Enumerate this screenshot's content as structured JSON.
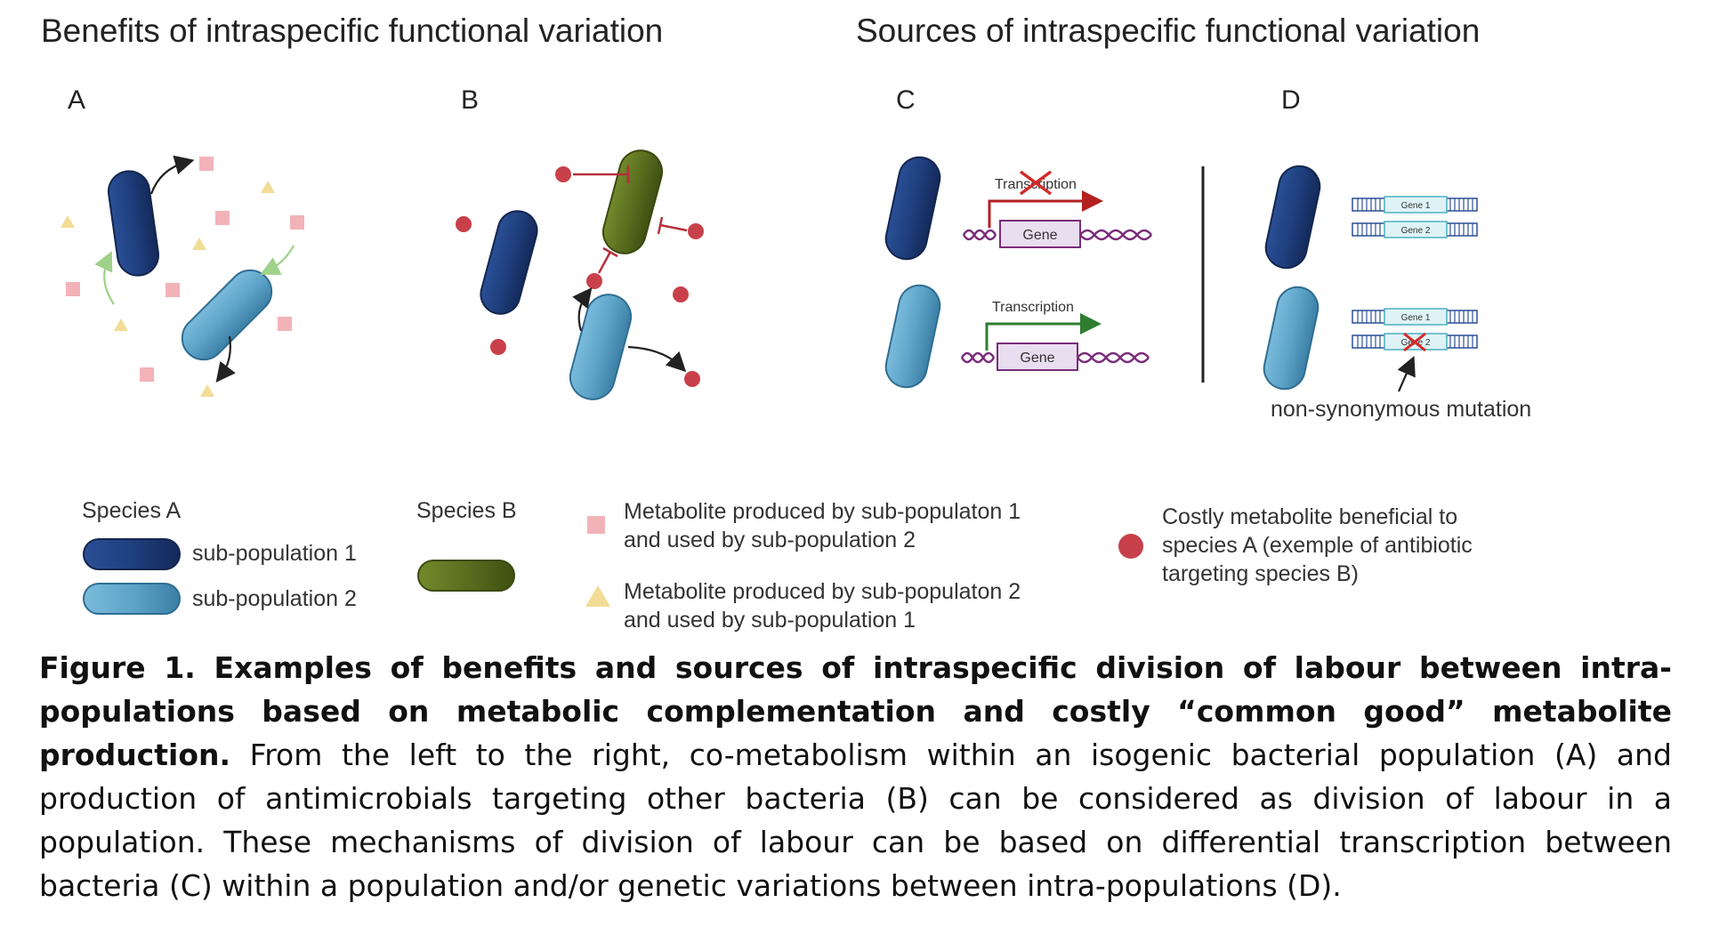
{
  "sections": {
    "benefits_title": "Benefits of intraspecific functional variation",
    "sources_title": "Sources of intraspecific functional variation"
  },
  "panels": {
    "a": "A",
    "b": "B",
    "c": "C",
    "d": "D"
  },
  "panel_c": {
    "top_label": "Transcription",
    "top_gene": "Gene",
    "bottom_label": "Transcription",
    "bottom_gene": "Gene"
  },
  "panel_d": {
    "top_gene1": "Gene 1",
    "top_gene2": "Gene 2",
    "bottom_gene1": "Gene 1",
    "bottom_gene2": "Gene 2",
    "mutation_label": "non-synonymous mutation"
  },
  "legend": {
    "species_a": "Species A",
    "subpop1": "sub-population 1",
    "subpop2": "sub-population 2",
    "species_b": "Species B",
    "metabolite_square_line1": "Metabolite produced by sub-populaton 1",
    "metabolite_square_line2": "and used by sub-population 2",
    "metabolite_triangle_line1": "Metabolite produced by sub-populaton 2",
    "metabolite_triangle_line2": "and used by sub-population 1",
    "costly_line1": "Costly metabolite beneficial to",
    "costly_line2": "species A (exemple of antibiotic",
    "costly_line3": "targeting species B)"
  },
  "colors": {
    "subpop1": "#1f3f7d",
    "subpop2": "#5da4c8",
    "species_b": "#5a6e1f",
    "metabolite_square": "#f2b3b8",
    "metabolite_triangle": "#f3dc95",
    "costly_metabolite": "#c8404a",
    "inhibition": "#b5303a",
    "transcription_off": "#b22020",
    "transcription_on": "#2f7d2f",
    "dna": "#7a2d7a"
  },
  "caption": {
    "bold": "Figure 1. Examples of benefits and sources of intraspecific division of labour between intra-populations based on metabolic complementation and costly “common good” metabolite production.",
    "text": " From the left to the right, co-metabolism within an isogenic bacterial population (A) and production of antimicrobials targeting other bacteria (B) can be considered as division of labour in a population. These mechanisms of division of labour can be based on differential transcription between bacteria (C) within a population and/or genetic variations between intra-populations (D)."
  }
}
